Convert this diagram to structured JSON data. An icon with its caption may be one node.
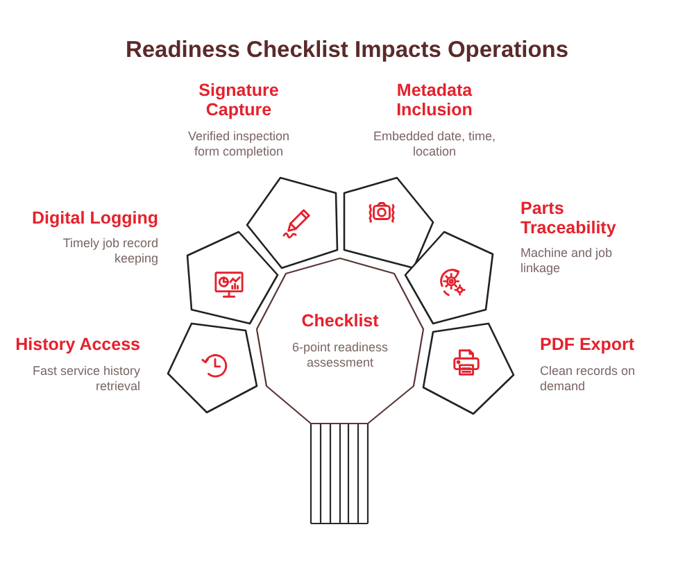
{
  "diagram": {
    "title": "Readiness Checklist Impacts Operations",
    "nodes": [
      {
        "text": [],
        "shape": "pentagon",
        "beside": [
          "Signature Capture",
          "Verified inspection form completion"
        ]
      },
      {
        "text": [],
        "shape": "pentagon",
        "beside": [
          "Metadata Inclusion",
          "Embedded date, time, location"
        ]
      },
      {
        "text": [],
        "shape": "pentagon",
        "beside": [
          "Digital Logging",
          "Timely job record keeping"
        ]
      },
      {
        "text": [],
        "shape": "pentagon",
        "beside": [
          "Parts Traceability",
          "Machine and job linkage"
        ]
      },
      {
        "text": [],
        "shape": "pentagon",
        "beside": [
          "History Access",
          "Fast service history retrieval"
        ]
      },
      {
        "text": [
          "Checklist",
          "6-point readiness assessment"
        ]
      },
      {
        "text": [],
        "shape": "pentagon",
        "beside": [
          "PDF Export",
          "Clean records on demand"
        ]
      }
    ]
  }
}
